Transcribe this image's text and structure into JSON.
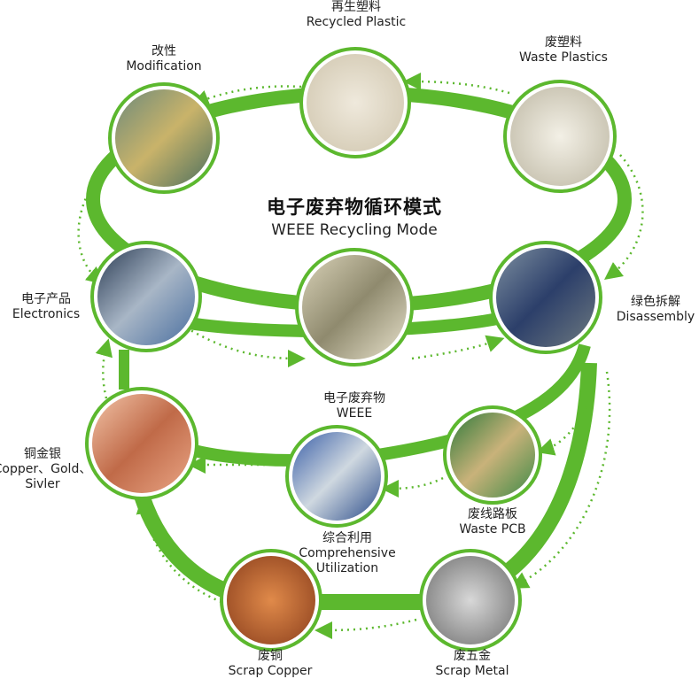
{
  "title": {
    "zh": "电子废弃物循环模式",
    "en": "WEEE Recycling Mode"
  },
  "colors": {
    "accent": "#5cb82e"
  },
  "nodes": [
    {
      "id": "recycled-plastic",
      "zh": "再生塑料",
      "en": "Recycled Plastic"
    },
    {
      "id": "modification",
      "zh": "改性",
      "en": "Modification"
    },
    {
      "id": "waste-plastics",
      "zh": "废塑料",
      "en": "Waste Plastics"
    },
    {
      "id": "electronics",
      "zh": "电子产品",
      "en": "Electronics"
    },
    {
      "id": "disassembly",
      "zh": "绿色拆解",
      "en": "Disassembly"
    },
    {
      "id": "weee",
      "zh": "电子废弃物",
      "en": "WEEE"
    },
    {
      "id": "copper-gold-silver",
      "zh": "铜金银",
      "en": "Copper、Gold、",
      "en2": "Sivler"
    },
    {
      "id": "comprehensive-utilization",
      "zh": "综合利用",
      "en": "Comprehensive",
      "en2": "Utilization"
    },
    {
      "id": "waste-pcb",
      "zh": "废线路板",
      "en": "Waste PCB"
    },
    {
      "id": "scrap-copper",
      "zh": "废铜",
      "en": "Scrap Copper"
    },
    {
      "id": "scrap-metal",
      "zh": "废五金",
      "en": "Scrap Metal"
    }
  ]
}
